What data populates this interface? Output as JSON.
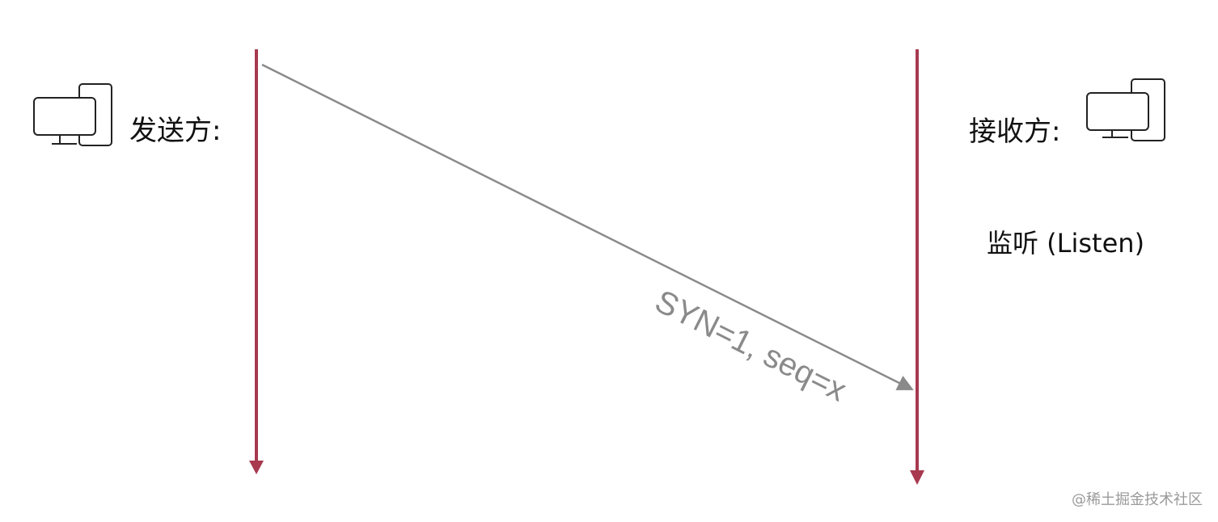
{
  "sender": {
    "label": "发送方:",
    "icon": "computer-icon"
  },
  "receiver": {
    "label": "接收方:",
    "state": "监听 (Listen)",
    "icon": "computer-icon"
  },
  "message": {
    "label": "SYN=1, seq=x"
  },
  "watermark": "@稀土掘金技术社区",
  "colors": {
    "timeline": "#a8394f",
    "message_arrow": "#8a8a8a",
    "text": "#111111",
    "message_text": "#8a8a8a"
  }
}
